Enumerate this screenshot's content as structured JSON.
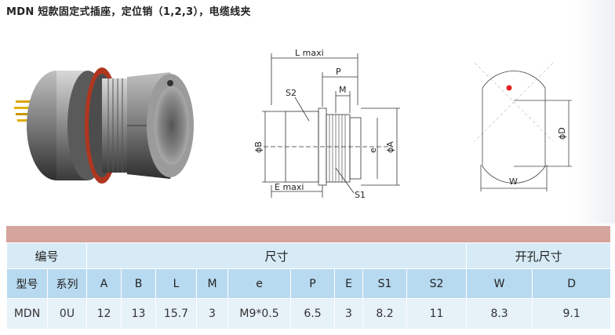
{
  "title": "MDN 短款固定式插座，定位销（1,2,3），电缆线夹",
  "drawing": {
    "L": "L maxi",
    "P": "P",
    "M": "M",
    "S2": "S2",
    "phiB": "ϕB",
    "e": "e",
    "phiA": "ϕA",
    "E": "E maxi",
    "S1": "S1"
  },
  "cutout": {
    "W": "W",
    "phiD": "ϕD"
  },
  "table": {
    "group_headers": [
      "编号",
      "尺寸",
      "开孔尺寸"
    ],
    "columns": [
      "型号",
      "系列",
      "A",
      "B",
      "L",
      "M",
      "e",
      "P",
      "E",
      "S1",
      "S2",
      "W",
      "D"
    ],
    "row": [
      "MDN",
      "0U",
      "12",
      "13",
      "15.7",
      "3",
      "M9*0.5",
      "6.5",
      "3",
      "8.2",
      "11",
      "8.3",
      "9.1"
    ]
  },
  "colors": {
    "header_bar": "#d4a49d",
    "header_row": "#d7ebf6",
    "column_row": "#b8daf0",
    "data_row": "#e7f1f8",
    "pin_dot": "#e52222"
  }
}
